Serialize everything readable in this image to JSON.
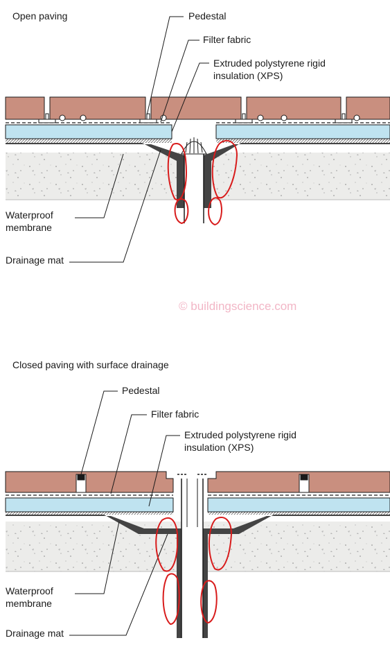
{
  "diagram_top": {
    "title": "Open paving",
    "labels": {
      "pedestal": "Pedestal",
      "filter_fabric": "Filter fabric",
      "xps_line1": "Extruded polystyrene rigid",
      "xps_line2": "insulation (XPS)",
      "waterproof_line1": "Waterproof",
      "waterproof_line2": "membrane",
      "drainage_mat": "Drainage mat"
    }
  },
  "watermark": "© buildingscience.com",
  "diagram_bottom": {
    "title": "Closed paving with surface drainage",
    "labels": {
      "pedestal": "Pedestal",
      "filter_fabric": "Filter fabric",
      "xps_line1": "Extruded polystyrene rigid",
      "xps_line2": "insulation (XPS)",
      "waterproof_line1": "Waterproof",
      "waterproof_line2": "membrane",
      "drainage_mat": "Drainage mat"
    }
  },
  "colors": {
    "paver": "#c98f7f",
    "insulation": "#bfe3f0",
    "concrete": "#ececea",
    "annotation": "#d81b1b"
  }
}
